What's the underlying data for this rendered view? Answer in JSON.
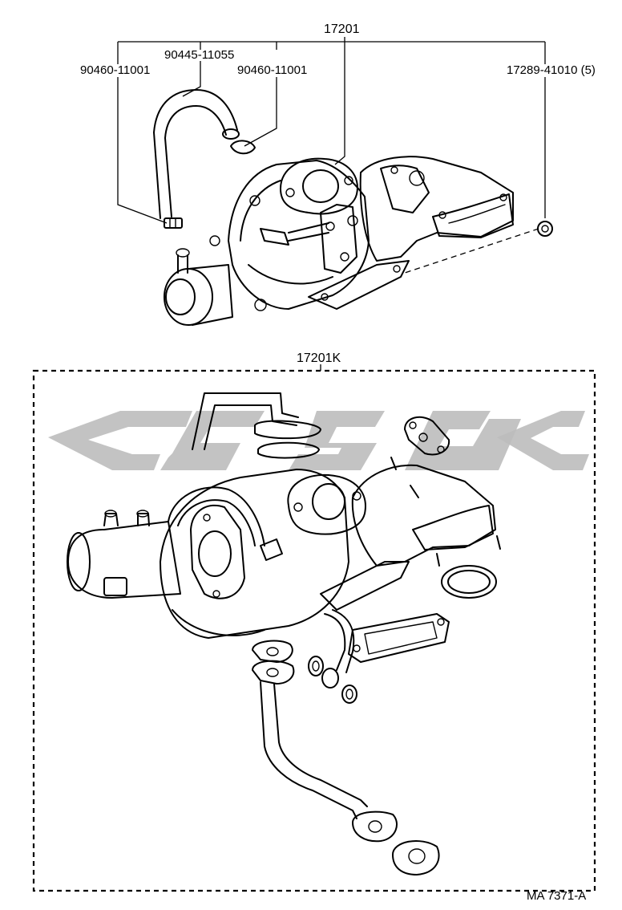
{
  "diagram": {
    "upper_assembly": {
      "part_number": "17201",
      "callouts": {
        "hose_clamp_left": "90460-11001",
        "hose": "90445-11055",
        "hose_clamp_right": "90460-11001",
        "gasket": "17289-41010 (5)"
      }
    },
    "lower_kit": {
      "part_number": "17201K"
    },
    "footer_code": "MA  7371-A",
    "watermark_color": "#bdbdbd",
    "line_color": "#000000"
  }
}
